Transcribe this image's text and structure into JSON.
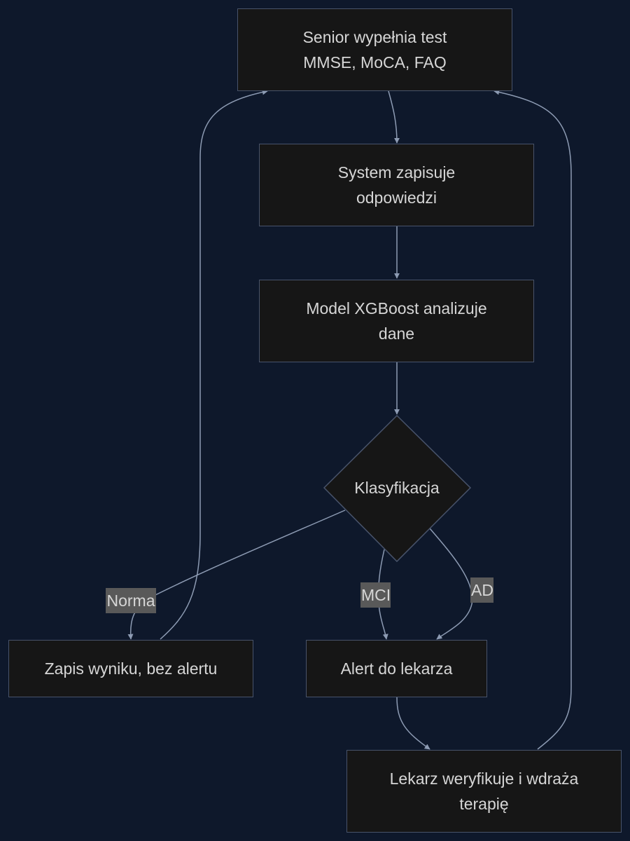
{
  "diagram": {
    "nodes": {
      "senior_test": {
        "line1": "Senior wypełnia test",
        "line2": "MMSE, MoCA, FAQ"
      },
      "system_saves": {
        "line1": "System zapisuje",
        "line2": "odpowiedzi"
      },
      "model_analyzes": {
        "line1": "Model XGBoost analizuje",
        "line2": "dane"
      },
      "classification": {
        "label": "Klasyfikacja"
      },
      "record_result": {
        "label": "Zapis wyniku, bez alertu"
      },
      "doctor_alert": {
        "label": "Alert do lekarza"
      },
      "doctor_verifies": {
        "line1": "Lekarz weryfikuje i wdraża",
        "line2": "terapię"
      }
    },
    "edge_labels": {
      "norma": "Norma",
      "mci": "MCI",
      "ad": "AD"
    },
    "colors": {
      "background": "#0e182b",
      "node_fill": "#161616",
      "node_border": "#48536a",
      "edge": "#8d9bb3",
      "edge_label_bg": "#595959",
      "text": "#d6d6d6"
    }
  }
}
